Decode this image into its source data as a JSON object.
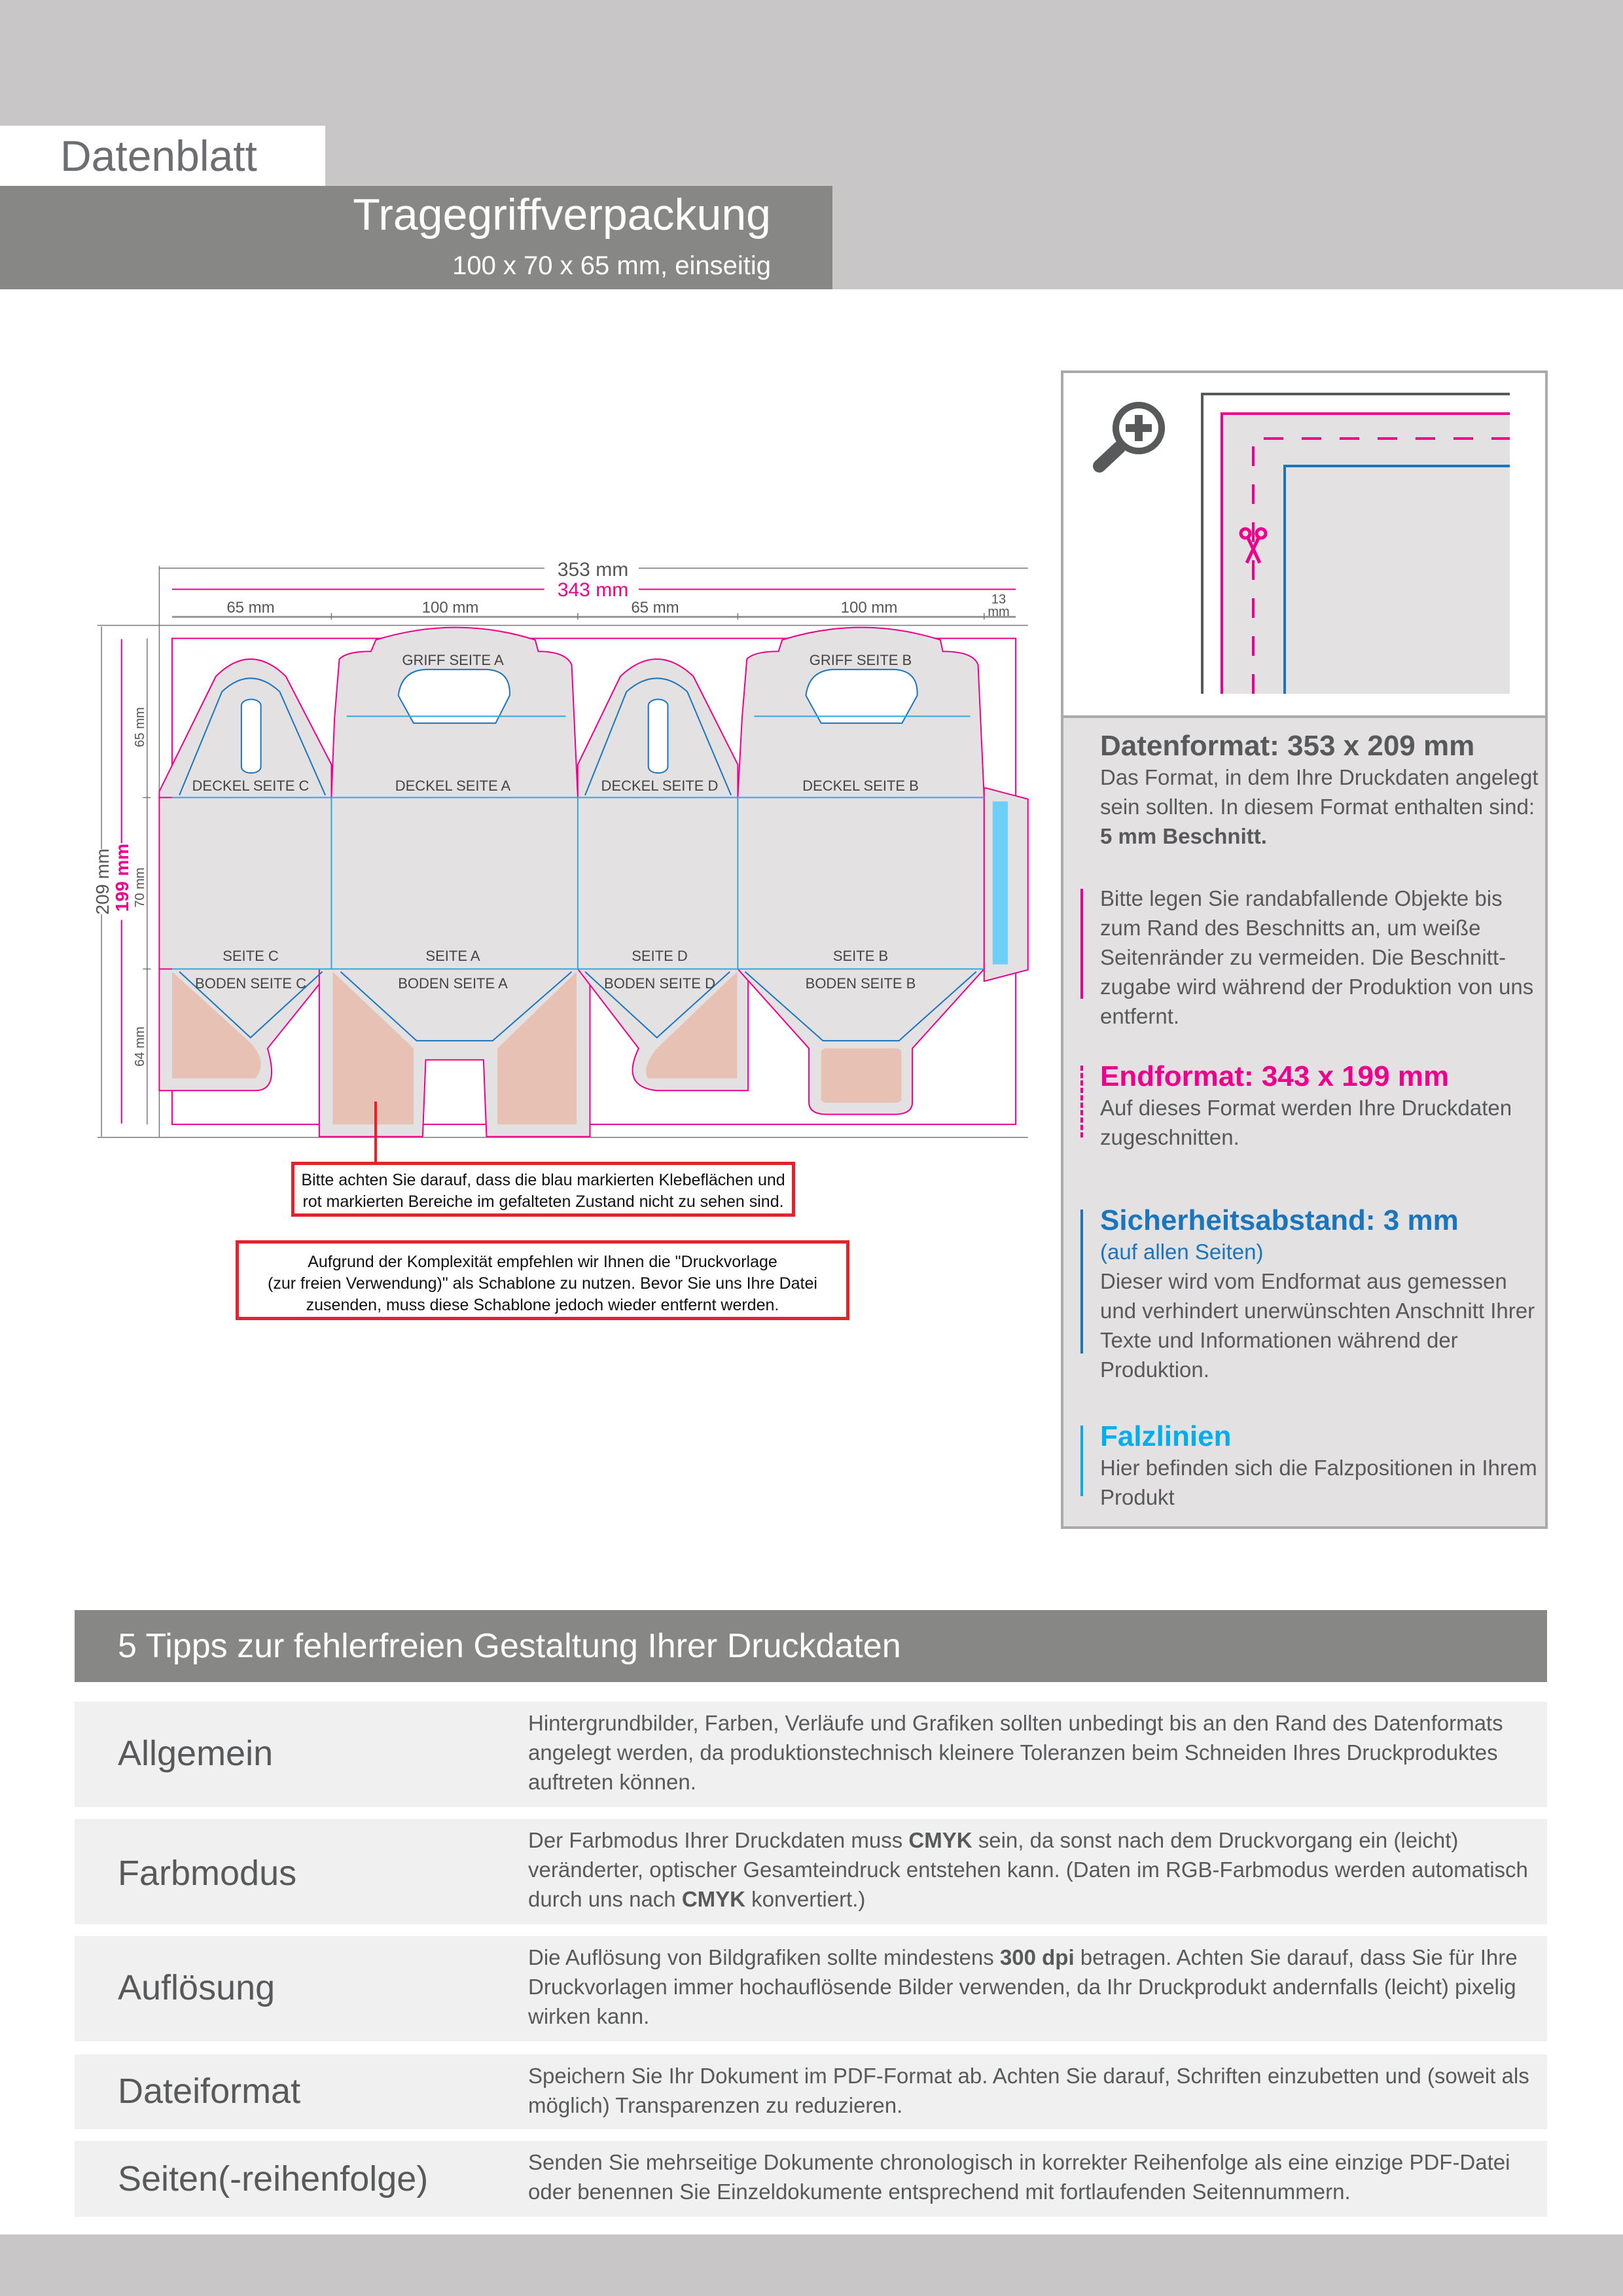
{
  "header": {
    "doc_label": "Datenblatt",
    "title": "Tragegriffverpackung",
    "subtitle": "100 x 70 x 65 mm, einseitig"
  },
  "diagram": {
    "total_width": "353 mm",
    "trim_width": "343 mm",
    "col_widths": [
      "65 mm",
      "100 mm",
      "65 mm",
      "100 mm",
      "13",
      "mm"
    ],
    "total_height": "209 mm",
    "trim_height": "199 mm",
    "row_heights": [
      "65 mm",
      "70 mm",
      "64 mm"
    ],
    "labels": {
      "griff_a": "GRIFF SEITE A",
      "griff_b": "GRIFF SEITE B",
      "deckel_c": "DECKEL SEITE C",
      "deckel_a": "DECKEL SEITE A",
      "deckel_d": "DECKEL SEITE D",
      "deckel_b": "DECKEL SEITE B",
      "seite_c": "SEITE C",
      "seite_a": "SEITE A",
      "seite_d": "SEITE D",
      "seite_b": "SEITE B",
      "boden_c": "BODEN SEITE C",
      "boden_a": "BODEN SEITE A",
      "boden_d": "BODEN SEITE D",
      "boden_b": "BODEN SEITE B"
    },
    "colors": {
      "trim": "#ec008c",
      "safety": "#1b75bc",
      "fold": "#29abe2",
      "glue": "#6dcff6",
      "hidden": "#e6c1b4",
      "bleed": "#e3e1e2"
    }
  },
  "notes": {
    "note1": [
      "Bitte achten Sie darauf, dass die blau markierten Klebeflächen und",
      "rot markierten Bereiche im gefalteten Zustand nicht zu sehen sind."
    ],
    "note2": [
      "Aufgrund der Komplexität empfehlen wir Ihnen die \"Druckvorlage",
      "(zur freien Verwendung)\" als Schablone zu nutzen. Bevor Sie uns Ihre Datei",
      "zusenden, muss diese Schablone jedoch wieder entfernt werden."
    ]
  },
  "legend": {
    "datenformat": {
      "title": "Datenformat: 353 x 209 mm",
      "text": "Das Format, in dem Ihre Druckdaten angelegt sein sollten. In diesem Format enthalten sind: ",
      "bold": "5 mm Beschnitt.",
      "note": "Bitte legen Sie randabfallende Objekte bis zum Rand des Beschnitts an, um weiße Seitenränder zu vermeiden. Die Beschnitt-zugabe wird während der Produktion von uns entfernt."
    },
    "endformat": {
      "title": "Endformat: 343 x 199 mm",
      "text": "Auf dieses Format werden Ihre Druckdaten zugeschnitten."
    },
    "sicherheit": {
      "title": "Sicherheitsabstand: 3 mm",
      "sub": "(auf allen Seiten)",
      "text": "Dieser wird vom Endformat aus gemessen und verhindert unerwünschten Anschnitt Ihrer Texte und Informationen während der Produktion."
    },
    "falz": {
      "title": "Falzlinien",
      "text": "Hier befinden sich die Falzpositionen in Ihrem Produkt"
    }
  },
  "tips": {
    "heading": "5 Tipps zur fehlerfreien Gestaltung Ihrer Druckdaten",
    "rows": [
      {
        "label": "Allgemein",
        "parts": [
          "Hintergrundbilder, Farben, Verläufe und Grafiken sollten unbedingt bis an den Rand des Datenformats angelegt werden, da produktionstechnisch kleinere Toleranzen beim Schneiden Ihres Druckproduktes auftreten können."
        ]
      },
      {
        "label": "Farbmodus",
        "parts": [
          "Der Farbmodus Ihrer Druckdaten muss ",
          "CMYK",
          " sein, da sonst nach dem Druckvorgang ein (leicht) veränderter, optischer Gesamteindruck entstehen kann. (Daten im RGB-Farbmodus werden automatisch durch uns nach ",
          "CMYK",
          " konvertiert.)"
        ]
      },
      {
        "label": "Auflösung",
        "parts": [
          "Die Auflösung von Bildgrafiken sollte mindestens ",
          "300 dpi",
          " betragen. Achten Sie darauf, dass Sie für Ihre Druckvorlagen immer hochauflösende Bilder verwenden, da Ihr Druckprodukt andernfalls (leicht) pixelig wirken kann."
        ]
      },
      {
        "label": "Dateiformat",
        "parts": [
          "Speichern Sie Ihr Dokument im PDF-Format ab. Achten Sie darauf, Schriften einzubetten und (soweit als möglich) Transparenzen zu reduzieren."
        ]
      },
      {
        "label": "Seiten(-reihenfolge)",
        "parts": [
          "Senden Sie mehrseitige Dokumente chronologisch in korrekter Reihenfolge als eine einzige PDF-Datei oder benennen Sie Einzeldokumente entsprechend mit fortlaufenden Seitennummern."
        ]
      }
    ]
  }
}
